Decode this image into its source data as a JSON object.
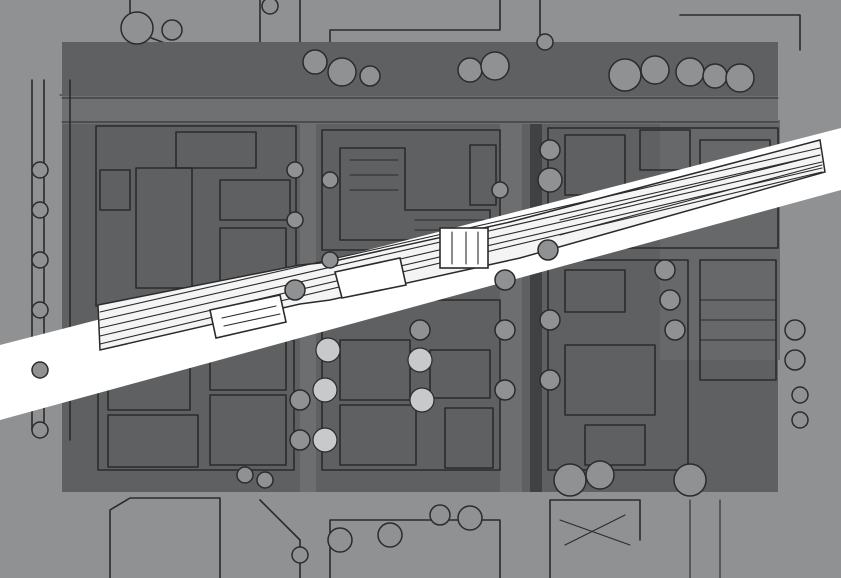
{
  "colors": {
    "paper": "#8f9193",
    "district": "#5e6062",
    "district_light": "#6c6e70",
    "block_dark": "#46484a",
    "roof": "#77797b",
    "ink": "#2b2b2b",
    "highlight": "#ffffff"
  },
  "map": {
    "style": "hand-drawn aerial site plan sketch",
    "features": [
      "diagonal-highlight-band",
      "elevated-rail-corridor",
      "street-trees",
      "city-blocks",
      "buildings"
    ]
  }
}
